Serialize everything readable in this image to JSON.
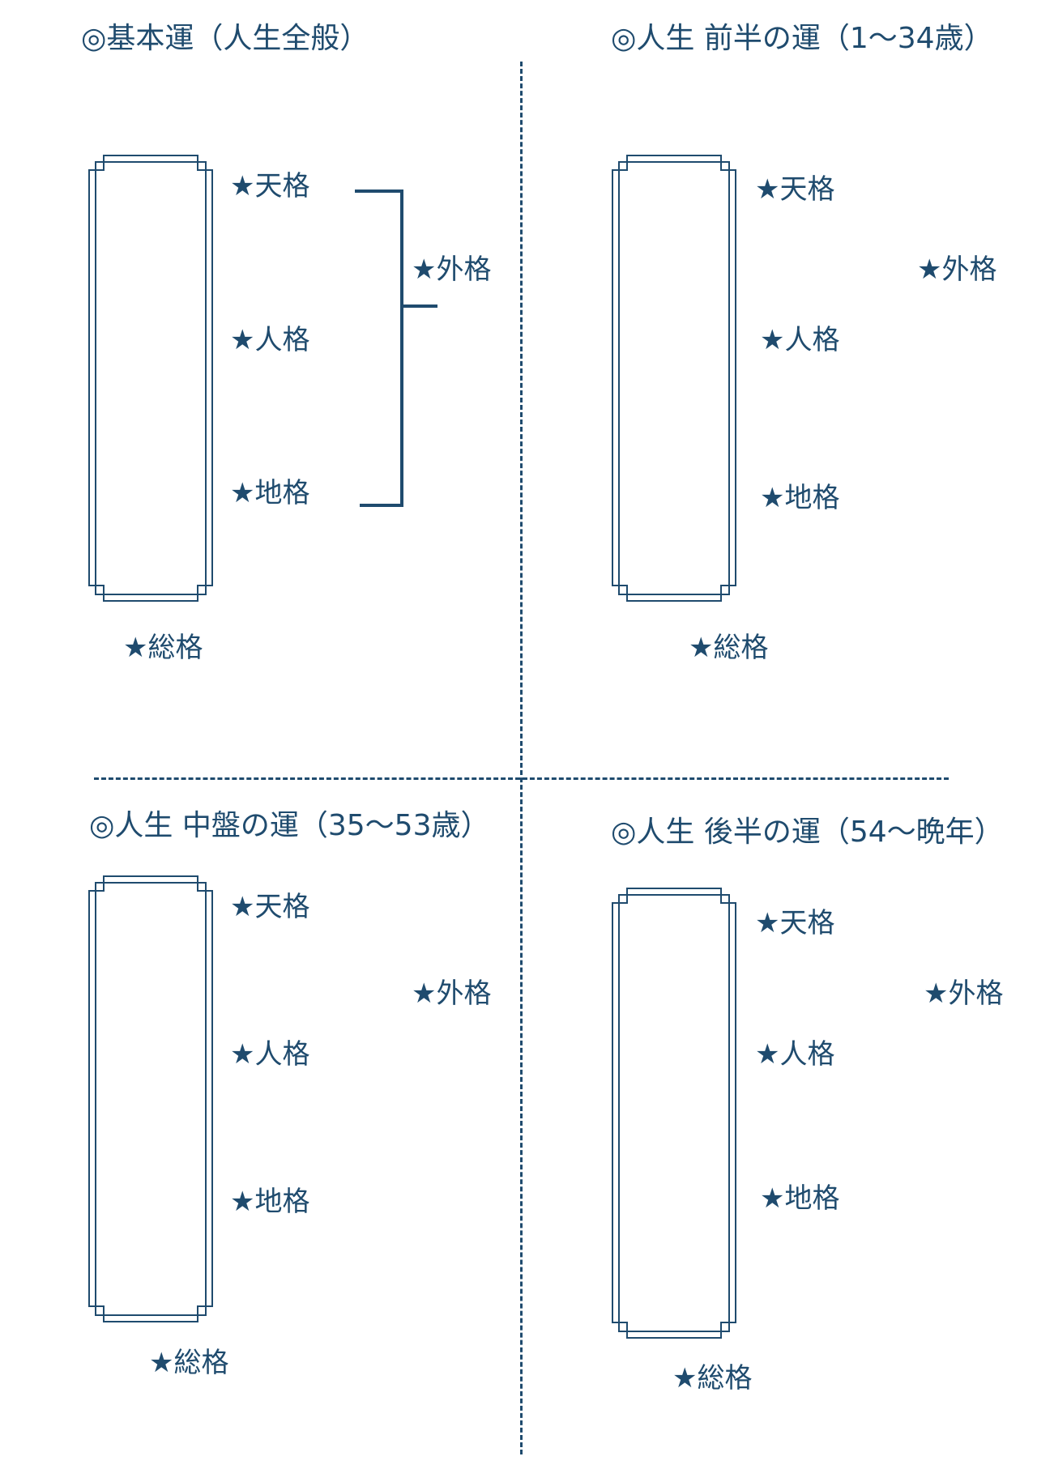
{
  "sections": [
    {
      "title": "◎基本運（人生全般）",
      "labels": {
        "tenkaku": "★天格",
        "jinkaku": "★人格",
        "chikaku": "★地格",
        "gaikaku": "★外格",
        "soukaku": "★総格"
      }
    },
    {
      "title": "◎人生 前半の運（1〜34歳）",
      "labels": {
        "tenkaku": "★天格",
        "jinkaku": "★人格",
        "chikaku": "★地格",
        "gaikaku": "★外格",
        "soukaku": "★総格"
      }
    },
    {
      "title": "◎人生 中盤の運（35〜53歳）",
      "labels": {
        "tenkaku": "★天格",
        "jinkaku": "★人格",
        "chikaku": "★地格",
        "gaikaku": "★外格",
        "soukaku": "★総格"
      }
    },
    {
      "title": "◎人生 後半の運（54〜晩年）",
      "labels": {
        "tenkaku": "★天格",
        "jinkaku": "★人格",
        "chikaku": "★地格",
        "gaikaku": "★外格",
        "soukaku": "★総格"
      }
    }
  ],
  "colors": {
    "ink": "#1f4b6e"
  }
}
